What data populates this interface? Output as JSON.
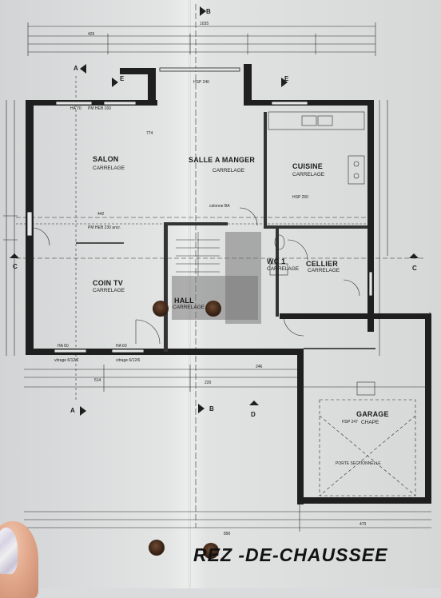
{
  "rooms": {
    "salon": "SALON",
    "salle": "SALLE A MANGER",
    "cuisine": "CUISINE",
    "coin_tv": "COIN TV",
    "hall": "HALL",
    "wc": "WC 1",
    "cellier": "CELLIER",
    "garage": "GARAGE"
  },
  "finishes": {
    "carrelage": "CARRELAGE",
    "chape": "CHAPE"
  },
  "notes": {
    "hsp250": "HSP 250",
    "hsp240": "HSP 240",
    "hsp247": "HSP 247",
    "porte": "PORTE SECTIONNELLE",
    "pm230": "PM HEB 230 ancr.",
    "pm160": "PM HEB 160",
    "ha60": "HA 60",
    "ha70": "HA 70",
    "vitrage": "vitrage 6/12/6",
    "colonne": "colonne BA",
    "dim_top": "425",
    "dim_total": "1035",
    "dim_bottom": "890",
    "dim_garage": "470",
    "dim_774": "774",
    "dim_442": "442",
    "dim_246": "246",
    "dim_514": "514",
    "dim_220": "220"
  },
  "markers": {
    "a": "A",
    "b": "B",
    "c": "C",
    "d": "D",
    "e": "E"
  },
  "footer": {
    "title": "REZ -DE-CHAUSSEE"
  }
}
